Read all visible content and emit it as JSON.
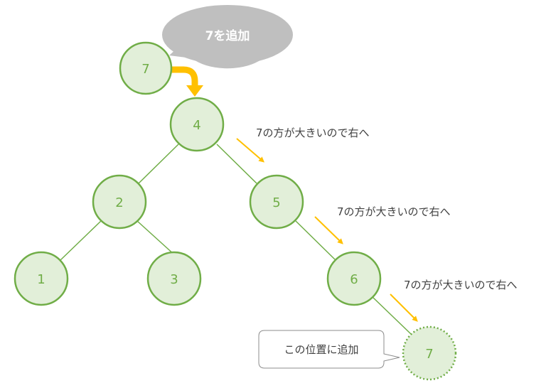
{
  "speech_bubble": {
    "text": "7を追加"
  },
  "new_node": {
    "value": "7"
  },
  "tree": {
    "nodes": [
      {
        "id": "n4",
        "value": "4"
      },
      {
        "id": "n2",
        "value": "2"
      },
      {
        "id": "n5",
        "value": "5"
      },
      {
        "id": "n1",
        "value": "1"
      },
      {
        "id": "n3",
        "value": "3"
      },
      {
        "id": "n6",
        "value": "6"
      }
    ],
    "inserted": {
      "value": "7"
    }
  },
  "notes": [
    {
      "text": "7の方が大きいので右へ"
    },
    {
      "text": "7の方が大きいので右へ"
    },
    {
      "text": "7の方が大きいので右へ"
    }
  ],
  "callout": {
    "text": "この位置に追加"
  },
  "colors": {
    "node_fill": "#e2efd9",
    "node_stroke": "#70ad47",
    "node_text": "#70ad47",
    "edge": "#70ad47",
    "arrow": "#ffc000",
    "bubble_fill": "#bfbfbf",
    "bubble_text": "#ffffff",
    "note_text": "#404040",
    "callout_border": "#8c8c8c"
  }
}
